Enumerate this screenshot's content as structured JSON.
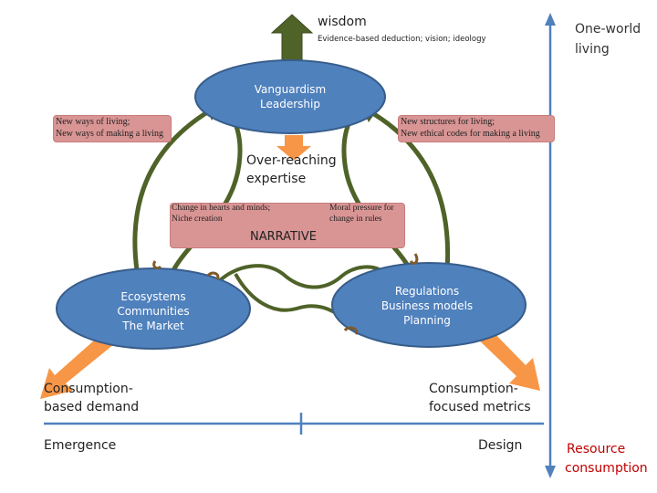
{
  "top": {
    "wisdom": "wisdom",
    "wisdom_sub": "Evidence-based deduction; vision; ideology"
  },
  "ellipses": {
    "top": [
      "Vanguardism",
      "Leadership"
    ],
    "left": [
      "Ecosystems",
      "Communities",
      "The Market"
    ],
    "right": [
      "Regulations",
      "Business models",
      "Planning"
    ]
  },
  "boxes": {
    "left": [
      "New ways of living;",
      "New ways of making a living"
    ],
    "right": [
      "New structures for living;",
      "New ethical codes for making a living"
    ],
    "narrative_left": [
      "Change in hearts and minds;",
      "Niche creation"
    ],
    "narrative_right": [
      "Moral pressure for",
      "change in rules"
    ],
    "narrative_title": "NARRATIVE"
  },
  "center": [
    "Over-reaching",
    "expertise"
  ],
  "bottom": {
    "left_output": [
      "Consumption-",
      "based demand"
    ],
    "right_output": [
      "Consumption-",
      "focused metrics"
    ],
    "emergence": "Emergence",
    "design": "Design"
  },
  "axis": {
    "top_label": [
      "One-world",
      "living"
    ],
    "bottom_label": [
      "Resource",
      "consumption"
    ]
  },
  "colors": {
    "ellipse_fill": "#4f81bd",
    "ellipse_stroke": "#385d8a",
    "arrow_green": "#4f6228",
    "arrow_orange": "#f79646",
    "pink_box": "#d99594",
    "axis_blue": "#4f81bd",
    "resource_red": "#c00000"
  }
}
